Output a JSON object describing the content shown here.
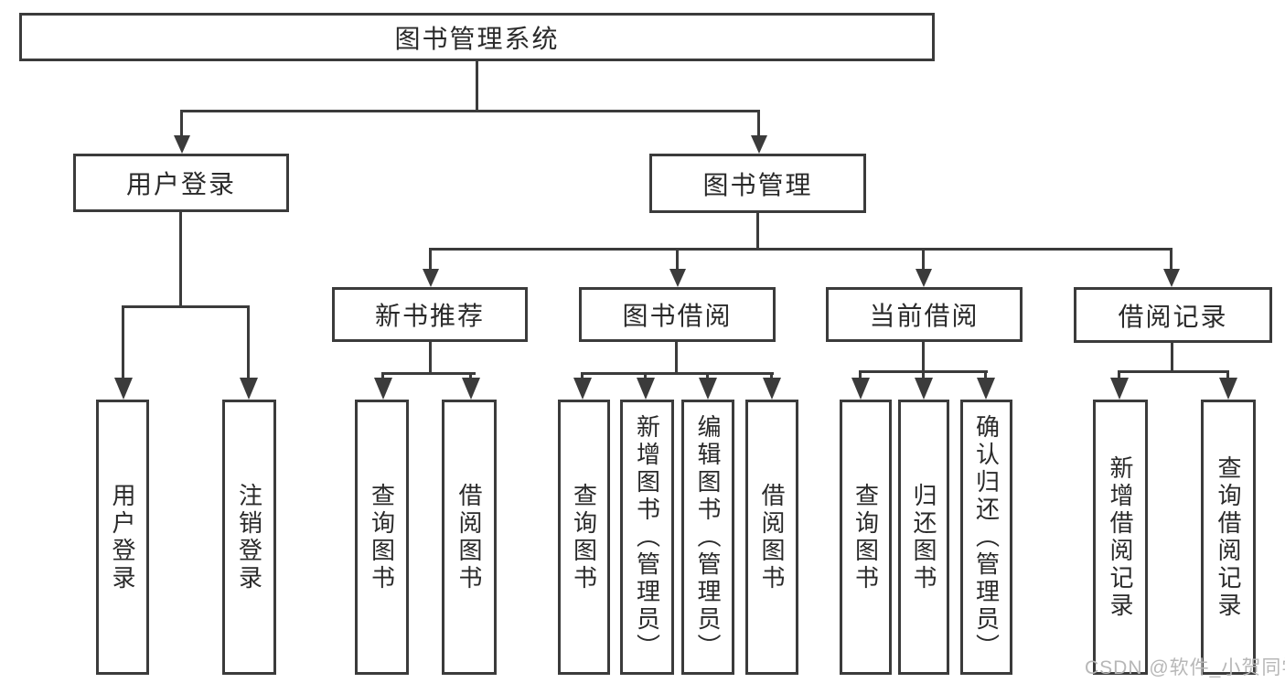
{
  "tree": {
    "label": "图书管理系统",
    "children": [
      {
        "label": "用户登录",
        "children": [
          {
            "label": "用户登录"
          },
          {
            "label": "注销登录"
          }
        ]
      },
      {
        "label": "图书管理",
        "children": [
          {
            "label": "新书推荐",
            "children": [
              {
                "label": "查询图书"
              },
              {
                "label": "借阅图书"
              }
            ]
          },
          {
            "label": "图书借阅",
            "children": [
              {
                "label": "查询图书"
              },
              {
                "label": "新增图书（管理员）"
              },
              {
                "label": "编辑图书（管理员）"
              },
              {
                "label": "借阅图书"
              }
            ]
          },
          {
            "label": "当前借阅",
            "children": [
              {
                "label": "查询图书"
              },
              {
                "label": "归还图书"
              },
              {
                "label": "确认归还（管理员）"
              }
            ]
          },
          {
            "label": "借阅记录",
            "children": [
              {
                "label": "新增借阅记录"
              },
              {
                "label": "查询借阅记录"
              }
            ]
          }
        ]
      }
    ]
  },
  "watermark": "CSDN @软件_小贺同学",
  "colors": {
    "line": "#3b3b3b",
    "text": "#2a2a2a",
    "background": "#ffffff",
    "watermark": "#b7b7b7"
  }
}
